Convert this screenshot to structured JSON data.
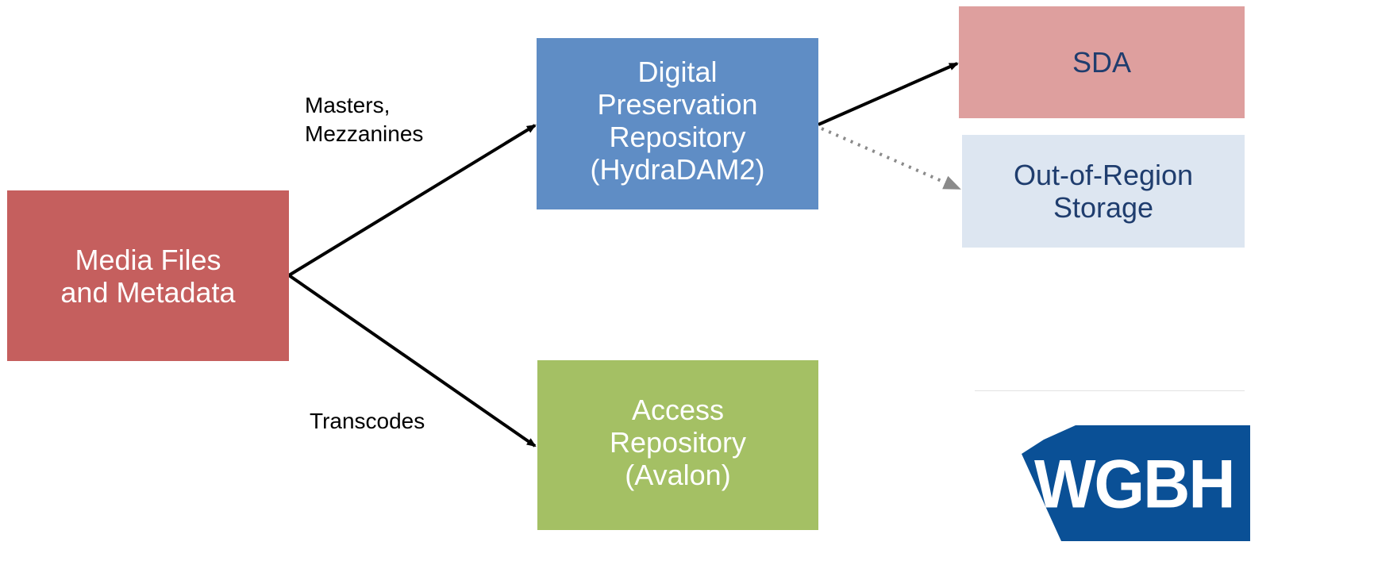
{
  "nodes": {
    "media": {
      "label": "Media Files\nand Metadata",
      "color": "#c55f5e"
    },
    "dpr": {
      "label": "Digital\nPreservation\nRepository\n(HydraDAM2)",
      "color": "#5f8dc5"
    },
    "access": {
      "label": "Access\nRepository\n(Avalon)",
      "color": "#a4c064"
    },
    "sda": {
      "label": "SDA",
      "color": "#de9f9e"
    },
    "oor": {
      "label": "Out-of-Region\nStorage",
      "color": "#dde6f1"
    }
  },
  "edges": {
    "masters_label": "Masters,\nMezzanines",
    "transcodes_label": "Transcodes"
  },
  "logo": {
    "text": "WGBH",
    "color": "#0a5096"
  }
}
